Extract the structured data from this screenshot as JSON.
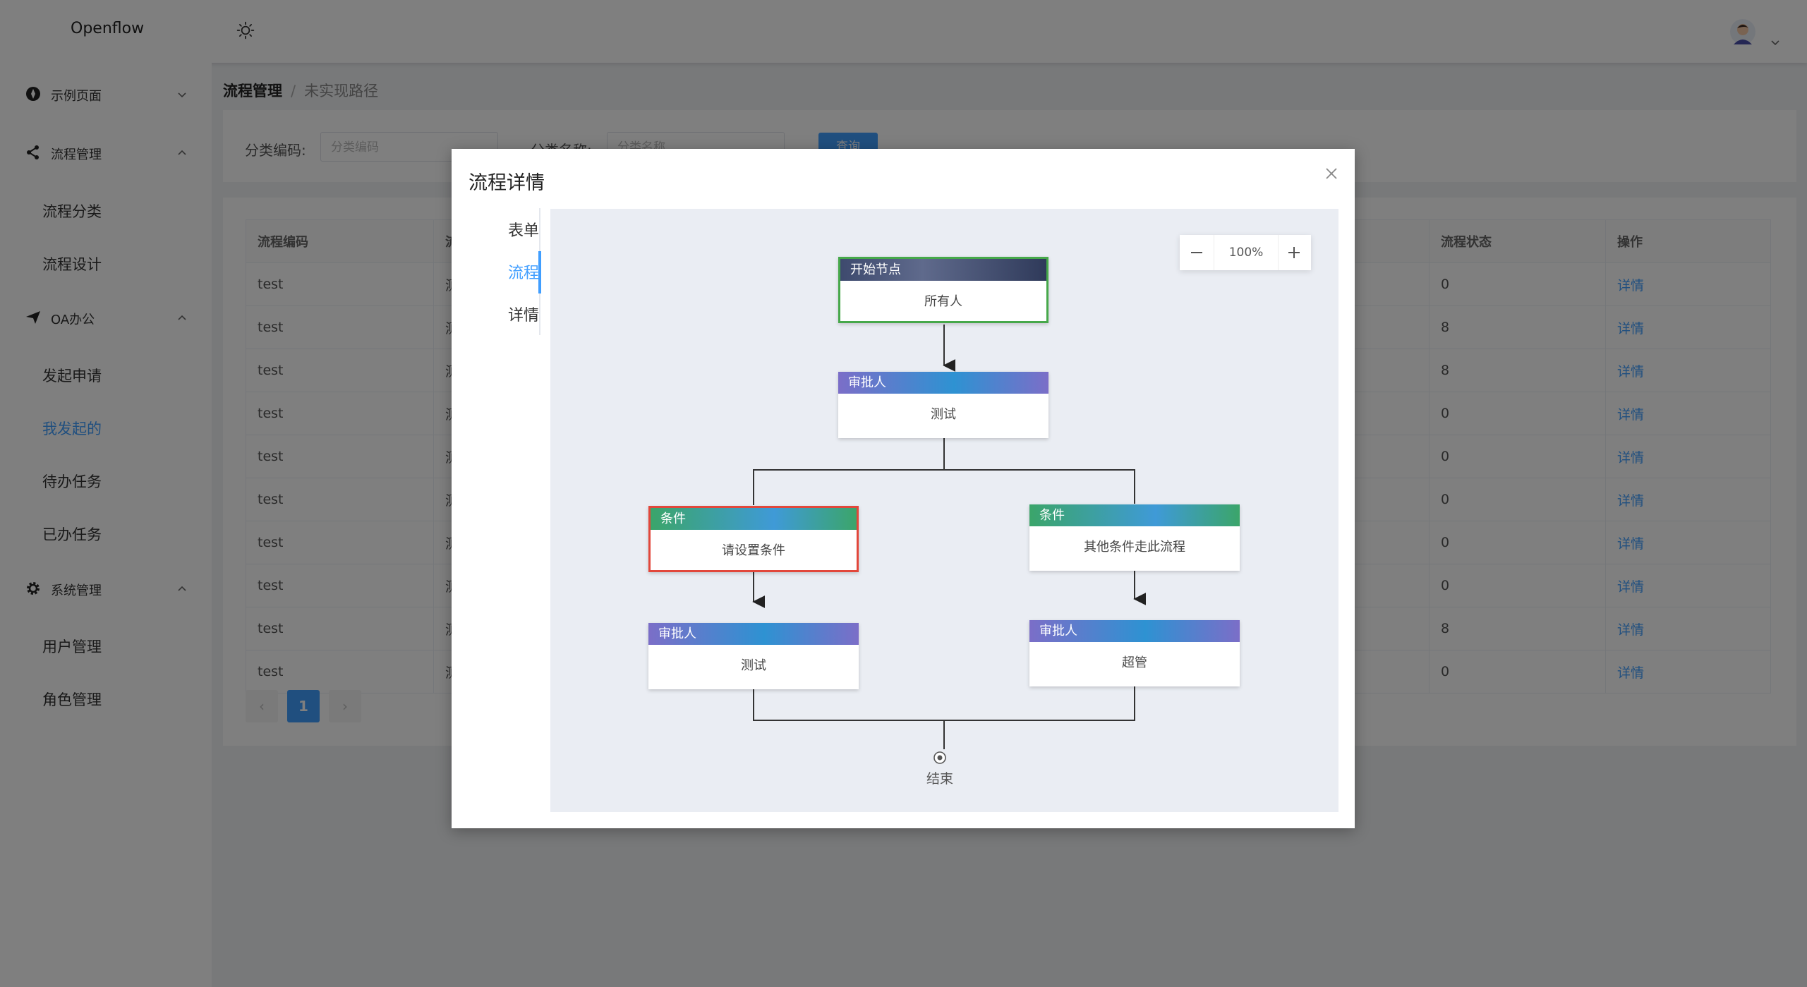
{
  "app": {
    "title": "Openflow"
  },
  "sidebar": {
    "groups": [
      {
        "label": "示例页面",
        "expanded": false,
        "items": []
      },
      {
        "label": "流程管理",
        "expanded": true,
        "items": [
          "流程分类",
          "流程设计"
        ]
      },
      {
        "label": "OA办公",
        "expanded": true,
        "items": [
          "发起申请",
          "我发起的",
          "待办任务",
          "已办任务"
        ]
      },
      {
        "label": "系统管理",
        "expanded": true,
        "items": [
          "用户管理",
          "角色管理"
        ]
      }
    ],
    "active_item": "我发起的"
  },
  "breadcrumb": {
    "level1": "流程管理",
    "separator": "/",
    "level2": "未实现路径"
  },
  "search": {
    "code_label": "分类编码:",
    "code_placeholder": "分类编码",
    "name_label": "分类名称:",
    "name_placeholder": "分类名称",
    "button": "查询"
  },
  "table": {
    "headers": [
      "流程编码",
      "流程",
      "流程状态",
      "操作"
    ],
    "rows": [
      {
        "code": "test",
        "name": "测试",
        "status": "0",
        "action": "详情"
      },
      {
        "code": "test",
        "name": "测试",
        "status": "8",
        "action": "详情"
      },
      {
        "code": "test",
        "name": "测试",
        "status": "8",
        "action": "详情"
      },
      {
        "code": "test",
        "name": "测试",
        "status": "0",
        "action": "详情"
      },
      {
        "code": "test",
        "name": "测试",
        "status": "0",
        "action": "详情"
      },
      {
        "code": "test",
        "name": "测试",
        "status": "0",
        "action": "详情"
      },
      {
        "code": "test",
        "name": "测试",
        "status": "0",
        "action": "详情"
      },
      {
        "code": "test",
        "name": "测试",
        "status": "0",
        "action": "详情"
      },
      {
        "code": "test",
        "name": "测试",
        "status": "8",
        "action": "详情"
      },
      {
        "code": "test",
        "name": "测试",
        "status": "0",
        "action": "详情"
      }
    ]
  },
  "pagination": {
    "prev": "‹",
    "current": "1",
    "next": "›"
  },
  "dialog": {
    "title": "流程详情",
    "tabs": [
      "表单",
      "流程",
      "详情"
    ],
    "active_tab": "流程",
    "zoom": {
      "minus": "−",
      "value": "100%",
      "plus": "+"
    },
    "flow": {
      "start": {
        "header": "开始节点",
        "body": "所有人"
      },
      "approver1": {
        "header": "审批人",
        "body": "测试"
      },
      "cond_left": {
        "header": "条件",
        "body": "请设置条件"
      },
      "cond_right": {
        "header": "条件",
        "body": "其他条件走此流程"
      },
      "approver_left": {
        "header": "审批人",
        "body": "测试"
      },
      "approver_right": {
        "header": "审批人",
        "body": "超管"
      },
      "end": "结束"
    }
  },
  "colors": {
    "primary": "#409eff",
    "start_border": "#46a84a",
    "condition_selected_border": "#e2473b",
    "approver_header_start": "#7b6ec8",
    "approver_header_end": "#2e92d2",
    "condition_header_start": "#3ba56a",
    "condition_header_end": "#3f9ad7"
  }
}
